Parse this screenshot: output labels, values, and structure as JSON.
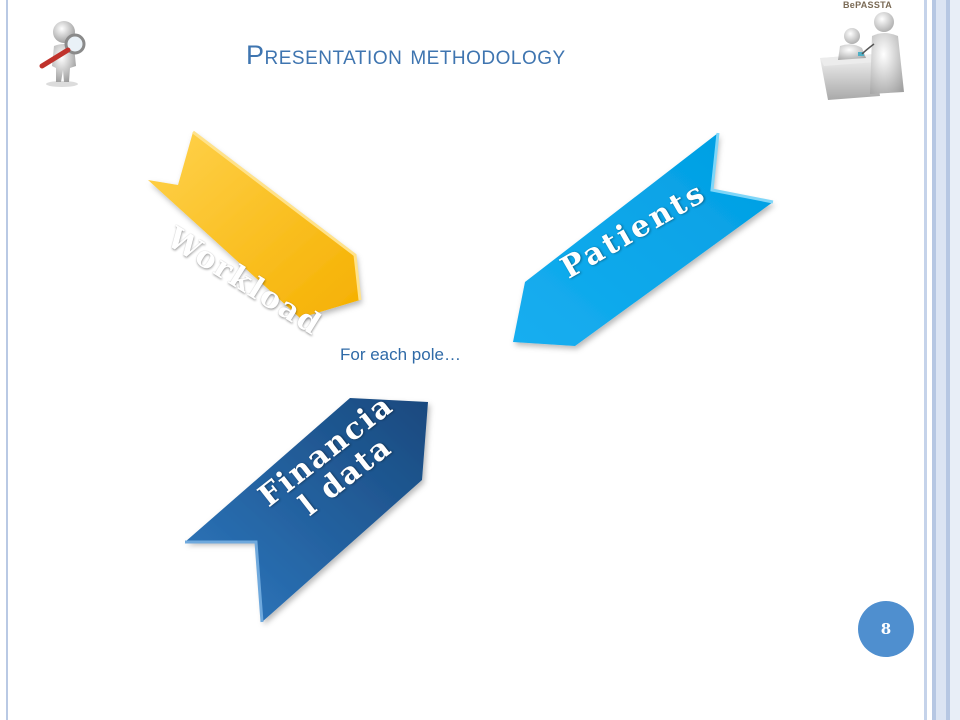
{
  "slide": {
    "title": "Presentation methodology",
    "caption": "For each pole…",
    "page_number": "8"
  },
  "logos": {
    "left_icon": "magnifier-figure-icon",
    "right_icon": "doctor-patient-figure-icon",
    "right_logo_text": "BePASSTA"
  },
  "arrows": [
    {
      "label": "Workload",
      "color": "#ffc000"
    },
    {
      "label": "Patients",
      "color": "#00b0f0"
    },
    {
      "label": "Financia\nl data",
      "color": "#1f5f9f"
    }
  ]
}
